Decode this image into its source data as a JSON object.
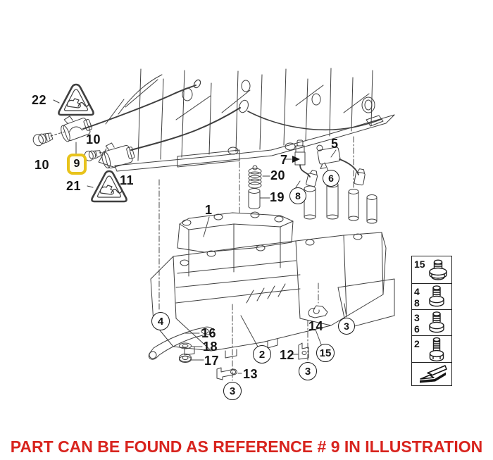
{
  "figure": {
    "callouts": {
      "c22": "22",
      "c10_left": "10",
      "c10_right": "10",
      "c21": "21",
      "c11": "11",
      "c1": "1",
      "c20": "20",
      "c19": "19",
      "c7": "7",
      "c5": "5",
      "c16": "16",
      "c18": "18",
      "c17": "17",
      "c13": "13",
      "c12": "12",
      "c14": "14"
    },
    "circled_callouts": {
      "b8": "8",
      "b6": "6",
      "b4": "4",
      "b2": "2",
      "b3_under_13": "3",
      "b3_under_12": "3",
      "b3_right": "3",
      "b15": "15"
    },
    "highlight": {
      "ref": "9",
      "box_color": "#e8c31b"
    }
  },
  "legend": {
    "rows": [
      {
        "num_top": "15",
        "num_bottom": "",
        "icon": "flanged-screw-short"
      },
      {
        "num_top": "4",
        "num_bottom": "8",
        "icon": "flanged-screw"
      },
      {
        "num_top": "3",
        "num_bottom": "6",
        "icon": "flanged-screw"
      },
      {
        "num_top": "2",
        "num_bottom": "",
        "icon": "hex-bolt-long"
      }
    ],
    "footer_symbol": "installation-direction-arrow"
  },
  "caption": {
    "text": "PART CAN BE FOUND AS REFERENCE # 9 IN ILLUSTRATION",
    "color": "#d8241e"
  }
}
